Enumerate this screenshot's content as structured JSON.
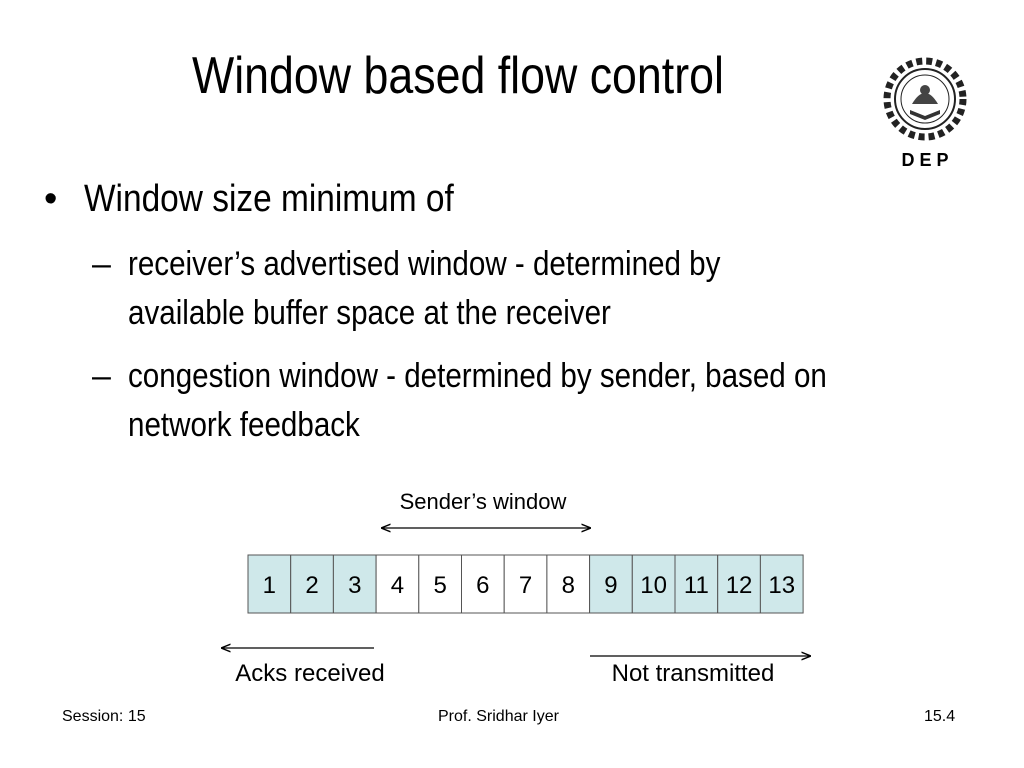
{
  "slide": {
    "title": "Window based flow control",
    "logo_text": "D E P",
    "bullets": {
      "main_mark": "•",
      "main": "Window size minimum of",
      "sub_mark": "–",
      "sub1_line1": "receiver’s advertised window - determined by",
      "sub1_line2": "available buffer space at the receiver",
      "sub2_line1": "congestion window - determined by sender, based on",
      "sub2_line2": "network feedback"
    }
  },
  "diagram": {
    "sender_window_label": "Sender’s window",
    "acks_label": "Acks received",
    "not_transmitted_label": "Not transmitted",
    "cells": [
      {
        "label": "1",
        "state": "acked"
      },
      {
        "label": "2",
        "state": "acked"
      },
      {
        "label": "3",
        "state": "acked"
      },
      {
        "label": "4",
        "state": "sent"
      },
      {
        "label": "5",
        "state": "sent"
      },
      {
        "label": "6",
        "state": "sent"
      },
      {
        "label": "7",
        "state": "sent"
      },
      {
        "label": "8",
        "state": "sent"
      },
      {
        "label": "9",
        "state": "not-sent"
      },
      {
        "label": "10",
        "state": "not-sent"
      },
      {
        "label": "11",
        "state": "not-sent"
      },
      {
        "label": "12",
        "state": "not-sent"
      },
      {
        "label": "13",
        "state": "not-sent"
      }
    ],
    "colors": {
      "shaded": "#cfe8ea",
      "plain": "#ffffff",
      "border": "#555555"
    }
  },
  "footer": {
    "session": "Session: 15",
    "presenter": "Prof. Sridhar Iyer",
    "slide_number": "15.4"
  }
}
